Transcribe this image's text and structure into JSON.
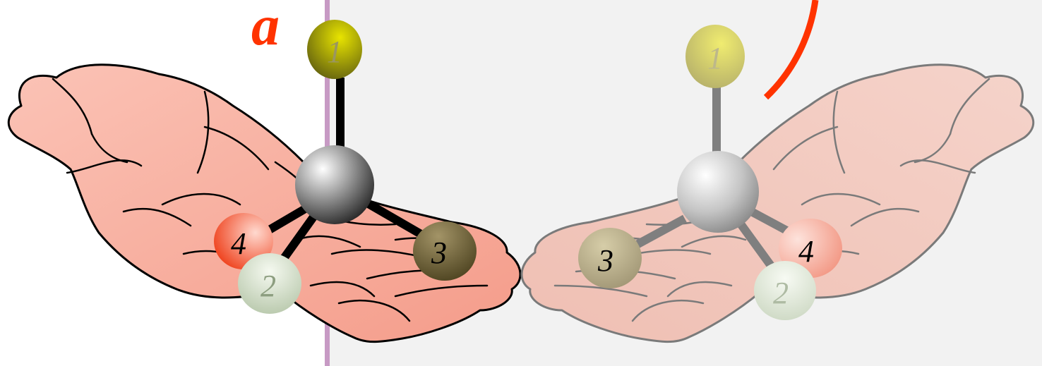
{
  "label_a": "a",
  "colors": {
    "accent": "#ff3300",
    "mirror_line": "#c79ac4",
    "mirror_background": "#f2f2f2",
    "hand_skin": "#f9b3a3",
    "hand_skin_mirror": "#f2c9bf",
    "carbon": "#6e6e6e",
    "sub1": "#b9b300",
    "sub2": "#d9e3d2",
    "sub3": "#7a6c3a",
    "sub4": "#f36a4c"
  },
  "molecule_left": {
    "substituents": [
      {
        "label": "1",
        "color": "#b9b300"
      },
      {
        "label": "4",
        "color": "#f36a4c"
      },
      {
        "label": "2",
        "color": "#d9e3d2"
      },
      {
        "label": "3",
        "color": "#7a6c3a"
      }
    ]
  },
  "molecule_right": {
    "substituents": [
      {
        "label": "1",
        "color": "#d8d27a"
      },
      {
        "label": "3",
        "color": "#bfb58d"
      },
      {
        "label": "4",
        "color": "#f6a897"
      },
      {
        "label": "2",
        "color": "#e4ebdd"
      }
    ]
  }
}
